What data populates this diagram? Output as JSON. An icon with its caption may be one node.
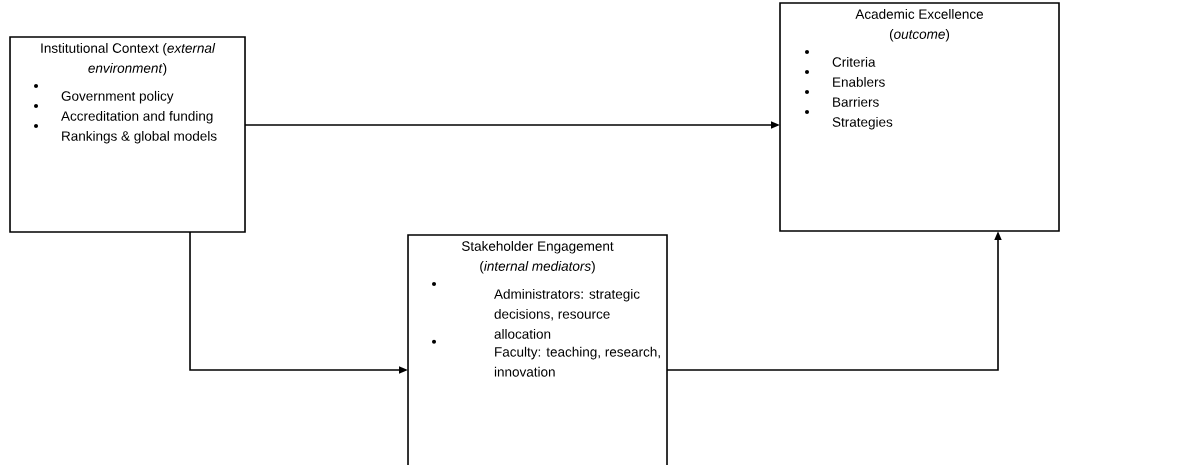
{
  "diagram": {
    "nodes": [
      {
        "text": [
          "Institutional Context (*external environment*)",
          "Government policy",
          "Accreditation and funding",
          "Rankings & global models"
        ]
      },
      {
        "text": [
          "Academic Excellence (*outcome*)",
          "Criteria",
          "Enablers",
          "Barriers",
          "Strategies"
        ]
      },
      {
        "text": [
          "Stakeholder Engagement (*internal mediators*)",
          "Administrators: strategic decisions, resource allocation",
          "Faculty: teaching, research, innovation"
        ]
      }
    ],
    "edges": [
      {
        "from": 0,
        "to": 1,
        "arrow": "to"
      },
      {
        "from": 0,
        "to": 2,
        "arrow": "to"
      },
      {
        "from": 2,
        "to": 1,
        "arrow": "to"
      }
    ]
  }
}
